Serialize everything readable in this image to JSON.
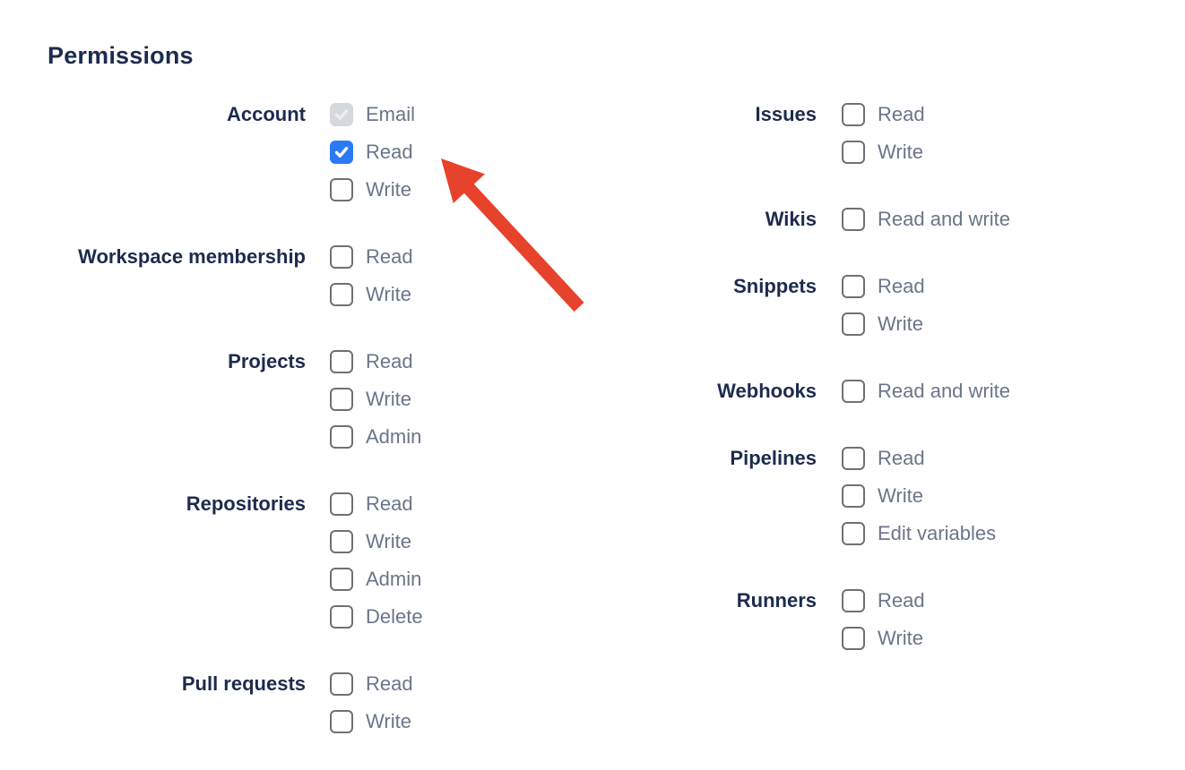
{
  "heading": {
    "text": "Permissions"
  },
  "colors": {
    "background": "#ffffff",
    "heading_text": "#1c2b4e",
    "option_label_text": "#6a758a",
    "checkbox_border": "#6d7177",
    "checkbox_checked_bg": "#2b7af3",
    "checkbox_checked_mark": "#ffffff",
    "checkbox_disabled_bg": "#d5d8dd",
    "checkbox_disabled_mark": "#eceef1",
    "arrow": "#e7422b"
  },
  "columns": [
    {
      "groups": [
        {
          "label": "Account",
          "options": [
            {
              "label": "Email",
              "state": "checked-disabled"
            },
            {
              "label": "Read",
              "state": "checked"
            },
            {
              "label": "Write",
              "state": "unchecked"
            }
          ]
        },
        {
          "label": "Workspace membership",
          "options": [
            {
              "label": "Read",
              "state": "unchecked"
            },
            {
              "label": "Write",
              "state": "unchecked"
            }
          ]
        },
        {
          "label": "Projects",
          "options": [
            {
              "label": "Read",
              "state": "unchecked"
            },
            {
              "label": "Write",
              "state": "unchecked"
            },
            {
              "label": "Admin",
              "state": "unchecked"
            }
          ]
        },
        {
          "label": "Repositories",
          "options": [
            {
              "label": "Read",
              "state": "unchecked"
            },
            {
              "label": "Write",
              "state": "unchecked"
            },
            {
              "label": "Admin",
              "state": "unchecked"
            },
            {
              "label": "Delete",
              "state": "unchecked"
            }
          ]
        },
        {
          "label": "Pull requests",
          "options": [
            {
              "label": "Read",
              "state": "unchecked"
            },
            {
              "label": "Write",
              "state": "unchecked"
            }
          ]
        }
      ]
    },
    {
      "groups": [
        {
          "label": "Issues",
          "options": [
            {
              "label": "Read",
              "state": "unchecked"
            },
            {
              "label": "Write",
              "state": "unchecked"
            }
          ]
        },
        {
          "label": "Wikis",
          "options": [
            {
              "label": "Read and write",
              "state": "unchecked"
            }
          ]
        },
        {
          "label": "Snippets",
          "options": [
            {
              "label": "Read",
              "state": "unchecked"
            },
            {
              "label": "Write",
              "state": "unchecked"
            }
          ]
        },
        {
          "label": "Webhooks",
          "options": [
            {
              "label": "Read and write",
              "state": "unchecked"
            }
          ]
        },
        {
          "label": "Pipelines",
          "options": [
            {
              "label": "Read",
              "state": "unchecked"
            },
            {
              "label": "Write",
              "state": "unchecked"
            },
            {
              "label": "Edit variables",
              "state": "unchecked"
            }
          ]
        },
        {
          "label": "Runners",
          "options": [
            {
              "label": "Read",
              "state": "unchecked"
            },
            {
              "label": "Write",
              "state": "unchecked"
            }
          ]
        }
      ]
    }
  ]
}
